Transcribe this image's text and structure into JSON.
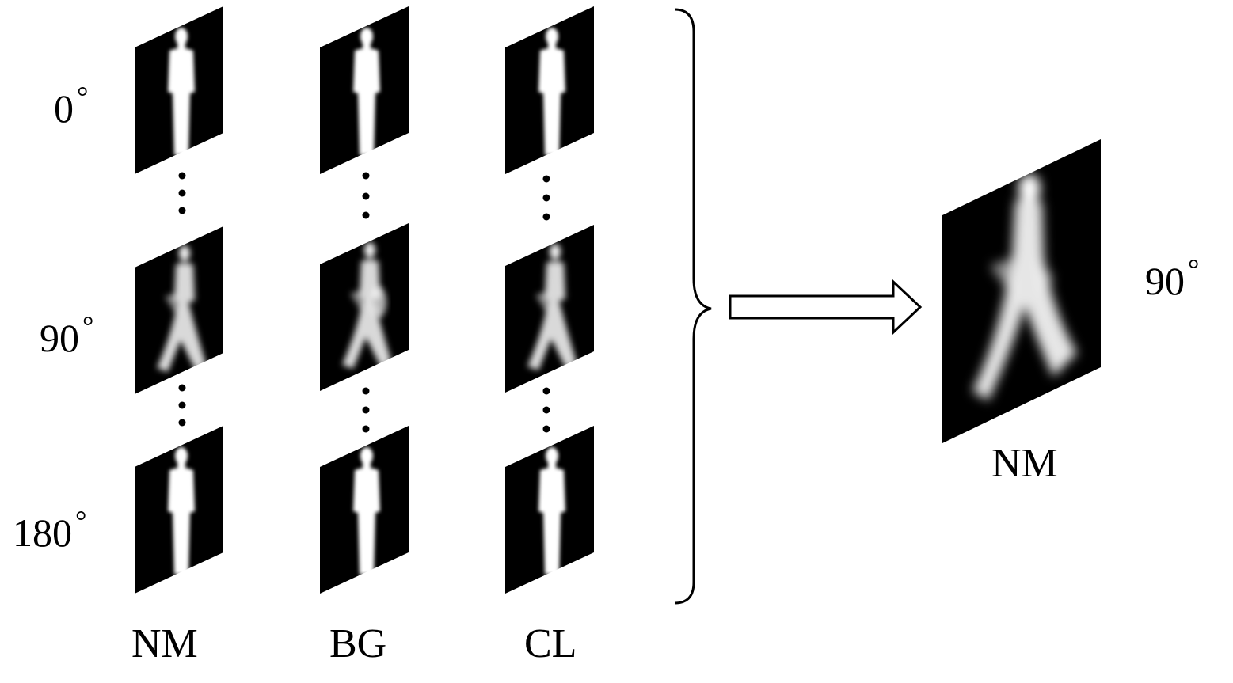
{
  "angles": [
    {
      "value": "0",
      "unit": "°"
    },
    {
      "value": "90",
      "unit": "°"
    },
    {
      "value": "180",
      "unit": "°"
    }
  ],
  "columns": [
    "NM",
    "BG",
    "CL"
  ],
  "output": {
    "label": "NM",
    "angle": "90",
    "unit": "°"
  },
  "colors": {
    "frame": "#000000",
    "silhouette": "#ffffff",
    "background": "#ffffff",
    "stroke": "#000000"
  },
  "icons": [
    "silhouette-frame",
    "vertical-ellipsis",
    "curly-brace",
    "hollow-arrow"
  ]
}
